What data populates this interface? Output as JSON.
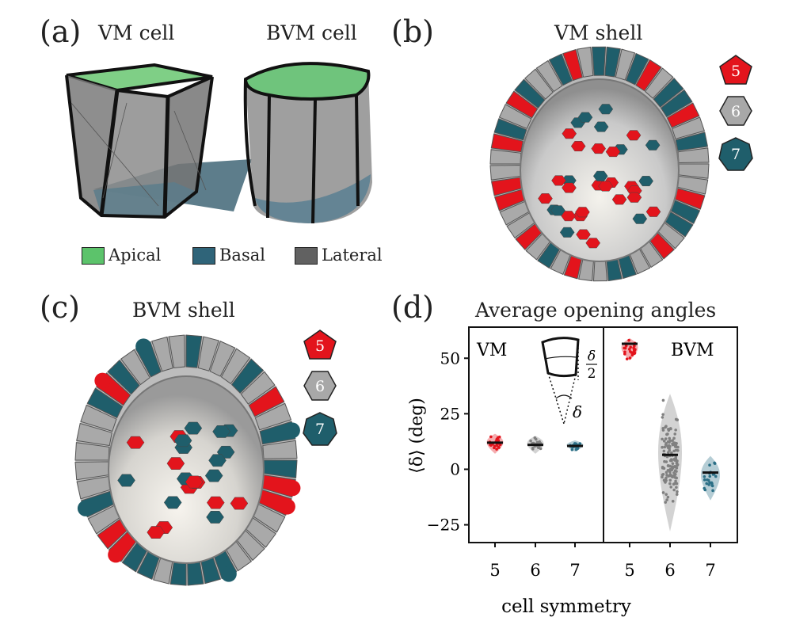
{
  "panels": {
    "a": {
      "label": "(a)",
      "vm_title": "VM cell",
      "bvm_title": "BVM cell",
      "legend": [
        {
          "label": "Apical",
          "color": "#5cc36b"
        },
        {
          "label": "Basal",
          "color": "#2f6479"
        },
        {
          "label": "Lateral",
          "color": "#616161"
        }
      ]
    },
    "b": {
      "label": "(b)",
      "title": "VM shell",
      "symmetry_keys": [
        {
          "label": "5",
          "color": "#e3141c"
        },
        {
          "label": "6",
          "color": "#a8a8a8"
        },
        {
          "label": "7",
          "color": "#1f5e6b"
        }
      ]
    },
    "c": {
      "label": "(c)",
      "title": "BVM shell",
      "symmetry_keys": [
        {
          "label": "5",
          "color": "#e3141c"
        },
        {
          "label": "6",
          "color": "#a8a8a8"
        },
        {
          "label": "7",
          "color": "#1f5e6b"
        }
      ]
    },
    "d": {
      "label": "(d)",
      "title": "Average opening angles"
    }
  },
  "chart_data": {
    "type": "violin",
    "title": "Average opening angles",
    "xlabel": "cell symmetry",
    "ylabel": "⟨δ⟩ (deg)",
    "ylim": [
      -33,
      64
    ],
    "yticks": [
      -25,
      0,
      25,
      50
    ],
    "ytick_labels": [
      "−25",
      "0",
      "25",
      "50"
    ],
    "facets": [
      {
        "name": "VM",
        "categories": [
          "5",
          "6",
          "7"
        ],
        "series": [
          {
            "category": "5",
            "color": "#e3141c",
            "mean": 12,
            "min": 7,
            "max": 16
          },
          {
            "category": "6",
            "color": "#808080",
            "mean": 11,
            "min": 7,
            "max": 15
          },
          {
            "category": "7",
            "color": "#2b6f86",
            "mean": 10.5,
            "min": 8,
            "max": 13
          }
        ]
      },
      {
        "name": "BVM",
        "categories": [
          "5",
          "6",
          "7"
        ],
        "series": [
          {
            "category": "5",
            "color": "#e3141c",
            "mean": 56.5,
            "min": 49,
            "max": 59
          },
          {
            "category": "6",
            "color": "#808080",
            "mean": 6.5,
            "min": -28,
            "max": 34
          },
          {
            "category": "7",
            "color": "#2b6f86",
            "mean": -1.5,
            "min": -14,
            "max": 6
          }
        ]
      }
    ],
    "inset": {
      "half_angle_label": "δ/2",
      "half_num": "δ",
      "half_den": "2",
      "angle_label": "δ"
    }
  }
}
